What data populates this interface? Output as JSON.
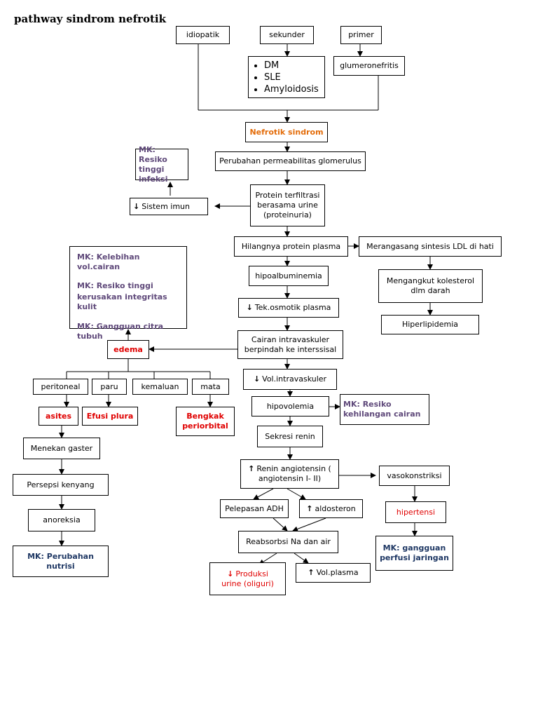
{
  "title": "pathway sindrom nefrotik",
  "nodes": {
    "idiopatik": "idiopatik",
    "sekunder": "sekunder",
    "primer": "primer",
    "dm": "DM",
    "sle": "SLE",
    "amyloidosis": "Amyloidosis",
    "glumeronefritis": "glumeronefritis",
    "nefrotik": "Nefrotik sindrom",
    "mk_infeksi_1": "MK: Resiko",
    "mk_infeksi_2": "tinggi infeksi",
    "permeabilitas": "Perubahan permeabilitas glomerulus",
    "protein_1": "Protein terfiltrasi",
    "protein_2": "berasama urine",
    "protein_3": "(proteinuria)",
    "sistem_imun": "Sistem imun",
    "hilangnya": "Hilangnya protein plasma",
    "ldl": "Merangasang sintesis LDL di hati",
    "mk_kelebihan": "MK: Kelebihan vol.cairan",
    "mk_kulit_1": "MK: Resiko tinggi",
    "mk_kulit_2": "kerusakan integritas kulit",
    "mk_citra": "MK: Gangguan citra tubuh",
    "hipoalbuminemia": "hipoalbuminemia",
    "mengangkut_1": "Mengangkut kolesterol",
    "mengangkut_2": "dlm darah",
    "tek_osmotik": "Tek.osmotik plasma",
    "hiperlipidemia": "Hiperlipidemia",
    "cairan_1": "Cairan intravaskuler",
    "cairan_2": "berpindah ke interssisal",
    "edema": "edema",
    "vol_intra": "Vol.intravaskuler",
    "peritoneal": "peritoneal",
    "paru": "paru",
    "kemaluan": "kemaluan",
    "mata": "mata",
    "hipovolemia": "hipovolemia",
    "mk_cairan_1": "MK: Resiko",
    "mk_cairan_2": "kehilangan cairan",
    "asites": "asites",
    "efusi": "Efusi plura",
    "bengkak_1": "Bengkak",
    "bengkak_2": "periorbital",
    "sekresi": "Sekresi renin",
    "menekan": "Menekan gaster",
    "renin_1": "Renin angiotensin (",
    "renin_2": "angiotensin I- II)",
    "vasokonstriksi": "vasokonstriksi",
    "persepsi": "Persepsi kenyang",
    "adh": "Pelepasan ADH",
    "aldosteron": "aldosteron",
    "hipertensi": "hipertensi",
    "anoreksia": "anoreksia",
    "reabsorbsi": "Reabsorbsi Na dan air",
    "mk_perfusi_1": "MK: gangguan",
    "mk_perfusi_2": "perfusi jaringan",
    "mk_nutrisi_1": "MK: Perubahan",
    "mk_nutrisi_2": "nutrisi",
    "produksi_1": "Produksi",
    "produksi_2": "urine   (oliguri)",
    "vol_plasma": "Vol.plasma"
  },
  "symbols": {
    "down": "↓",
    "up": "↑"
  }
}
